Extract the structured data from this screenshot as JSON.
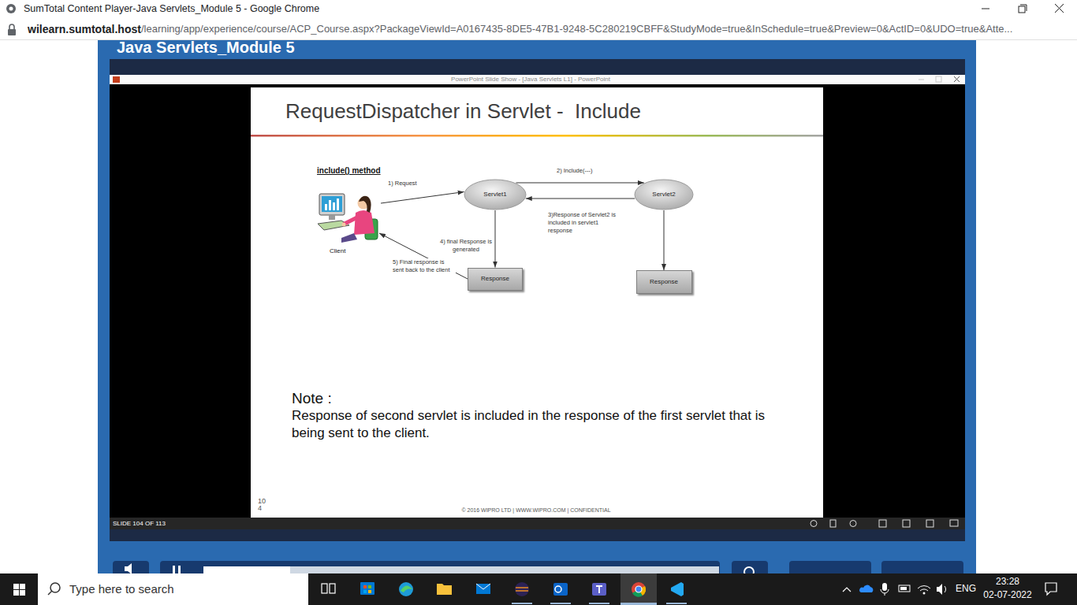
{
  "diagram": {
    "title": "RequestDispatcher in Servlet -  Include",
    "nodes": [
      {
        "text": [
          "Client"
        ]
      },
      {
        "text": [
          "Servlet1"
        ]
      },
      {
        "text": [
          "Servlet2"
        ]
      },
      {
        "text": [
          "Response"
        ]
      },
      {
        "text": [
          "Response"
        ]
      }
    ],
    "edges": [
      {
        "from": 0,
        "to": 1,
        "label": "1) Request",
        "arrow": "to"
      },
      {
        "from": 1,
        "to": 2,
        "label": "2) Include(---)",
        "arrow": "to"
      },
      {
        "from": 2,
        "to": 1,
        "label": "3)Response of Servlet2 is included in servlet1 response",
        "arrow": "to"
      },
      {
        "from": 1,
        "to": 3,
        "label": "4) final Response is generated",
        "arrow": "to"
      },
      {
        "from": 3,
        "to": 0,
        "label": "5) Final response is sent back to the client",
        "arrow": "to"
      },
      {
        "from": 2,
        "to": 4,
        "arrow": "to"
      }
    ],
    "labels": [
      "SumTotal Content Player-Java Servlets_Module 5 - Google Chrome",
      "wilearn.sumtotal.host",
      "/learning/app/experience/course/ACP_Course.aspx?PackageViewId=A0167435-8DE5-47B1-9248-5C280219CBFF&StudyMode=true&InSchedule=true&Preview=0&ActID=0&UDO=true&Atte...",
      "Java Servlets_Module 5",
      "PowerPoint Slide Show - [Java Servlets L1] - PowerPoint",
      "include() method",
      "Note :",
      "Response of second servlet is included in the response of the first servlet that is being sent to the client.",
      "10 4",
      "© 2016 WIPRO LTD | WWW.WIPRO.COM | CONFIDENTIAL",
      "SLIDE 104 OF 113",
      "Type here to search",
      "ENG",
      "23:28",
      "02-07-2022"
    ]
  }
}
